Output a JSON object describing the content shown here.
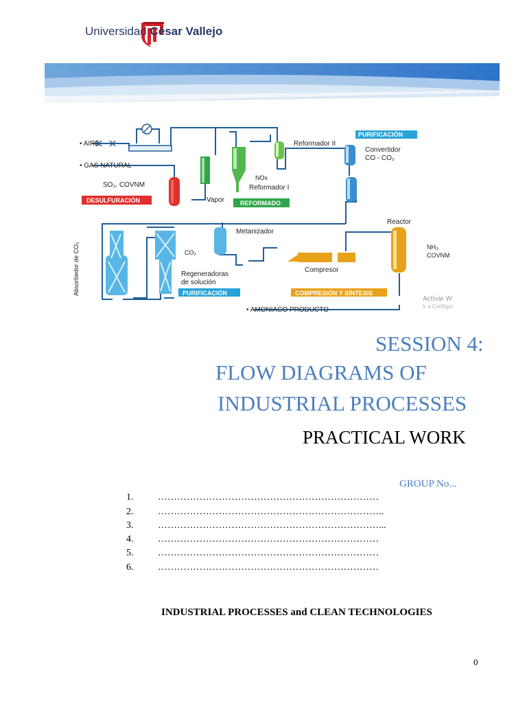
{
  "header": {
    "university_prefix": "Universidad ",
    "university_bold": "César Vallejo"
  },
  "diagram": {
    "labels": {
      "aire": "• AIRE",
      "gas_natural": "• GAS NATURAL",
      "so2_covnm": "SO₂, COVNM",
      "desulfuracion": "DESULFURACIÓN",
      "vapor": "Vapor",
      "reformado": "REFORMADO",
      "nox": "NOx",
      "reformador_i": "Reformador I",
      "reformador_ii": "Reformador II",
      "purificacion_top": "PURIFICACIÓN",
      "convertidor": "Convertidor",
      "co_co2": "CO - CO₂",
      "absorbedor": "Absorbedor de CO₂",
      "co2": "CO₂",
      "regeneradoras_1": "Regeneradoras",
      "regeneradoras_2": "de solución",
      "purificacion_bottom": "PURIFICACIÓN",
      "metanizador": "Metanizador",
      "reactor": "Reactor",
      "nh3": "NH₃",
      "covnm": "COVNM",
      "compresor": "Compresor",
      "compresion": "COMPRESIÓN Y SÍNTESIS",
      "amoniaco": "• AMONIACO PRODUCTO",
      "activar_1": "Activar W",
      "activar_2": "Ir a Configur"
    }
  },
  "title": {
    "line1": "SESSION 4:",
    "line2": "FLOW DIAGRAMS OF",
    "line3": "INDUSTRIAL PROCESSES"
  },
  "subtitle": "PRACTICAL WORK",
  "group_label": "GROUP No...",
  "members": [
    {
      "num": "1.",
      "dots": "……………………………………………………………"
    },
    {
      "num": "2.",
      "dots": "…………………………………………………………….."
    },
    {
      "num": "3.",
      "dots": "……………………………………………………………..."
    },
    {
      "num": "4.",
      "dots": "……………………………………………………………"
    },
    {
      "num": "5.",
      "dots": "……………………………………………………………"
    },
    {
      "num": "6.",
      "dots": "……………………………………………………………"
    }
  ],
  "footer_title": "INDUSTRIAL PROCESSES and CLEAN TECHNOLOGIES",
  "page_number": "0",
  "colors": {
    "title_blue": "#4a7ec0",
    "logo_red": "#d62027",
    "logo_navy": "#2b3a67",
    "pipe_blue": "#1f5d99",
    "red_label": "#e0302b",
    "green_label": "#2fa64a",
    "orange_label": "#e8a21a",
    "cyan_label": "#27a3d8"
  }
}
